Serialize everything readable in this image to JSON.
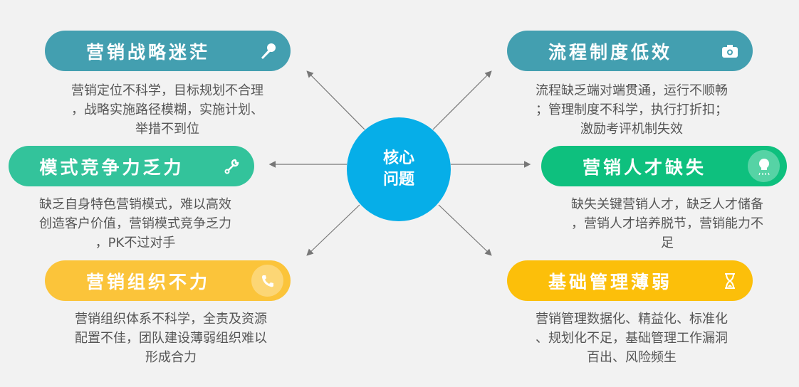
{
  "center": {
    "lines": [
      "核心",
      "问题"
    ],
    "color": "#06aee8"
  },
  "items": [
    {
      "title": "营销战略迷茫",
      "icon": "microphone-icon",
      "color": "#439fb0",
      "desc": [
        "营销定位不科学，目标规划不合理",
        "，战略实施路径模糊，实施计划、",
        "举措不到位"
      ]
    },
    {
      "title": "模式竞争力乏力",
      "icon": "wrench-icon",
      "color": "#33c39b",
      "desc": [
        "缺乏自身特色营销模式，难以高效",
        "创造客户价值，营销模式竞争乏力",
        "，PK不过对手"
      ]
    },
    {
      "title": "营销组织不力",
      "icon": "phone-icon",
      "color": "#fbc43a",
      "desc": [
        "营销组织体系不科学，全责及资源",
        "配置不佳，团队建设薄弱组织难以",
        "形成合力"
      ]
    },
    {
      "title": "流程制度低效",
      "icon": "camera-icon",
      "color": "#439fb0",
      "desc": [
        "流程缺乏端对端贯通，运行不顺畅",
        "；管理制度不科学，执行打折扣；",
        "激励考评机制失效"
      ]
    },
    {
      "title": "营销人才缺失",
      "icon": "lightbulb-icon",
      "color": "#0ec07e",
      "desc": [
        "缺失关键营销人才，缺乏人才储备",
        "，营销人才培养脱节，营销能力不",
        "足"
      ]
    },
    {
      "title": "基础管理薄弱",
      "icon": "hourglass-icon",
      "color": "#fcbf0a",
      "desc": [
        "营销管理数据化、精益化、标准化",
        "、规划化不足，基础管理工作漏洞",
        "百出、风险频生"
      ]
    }
  ]
}
